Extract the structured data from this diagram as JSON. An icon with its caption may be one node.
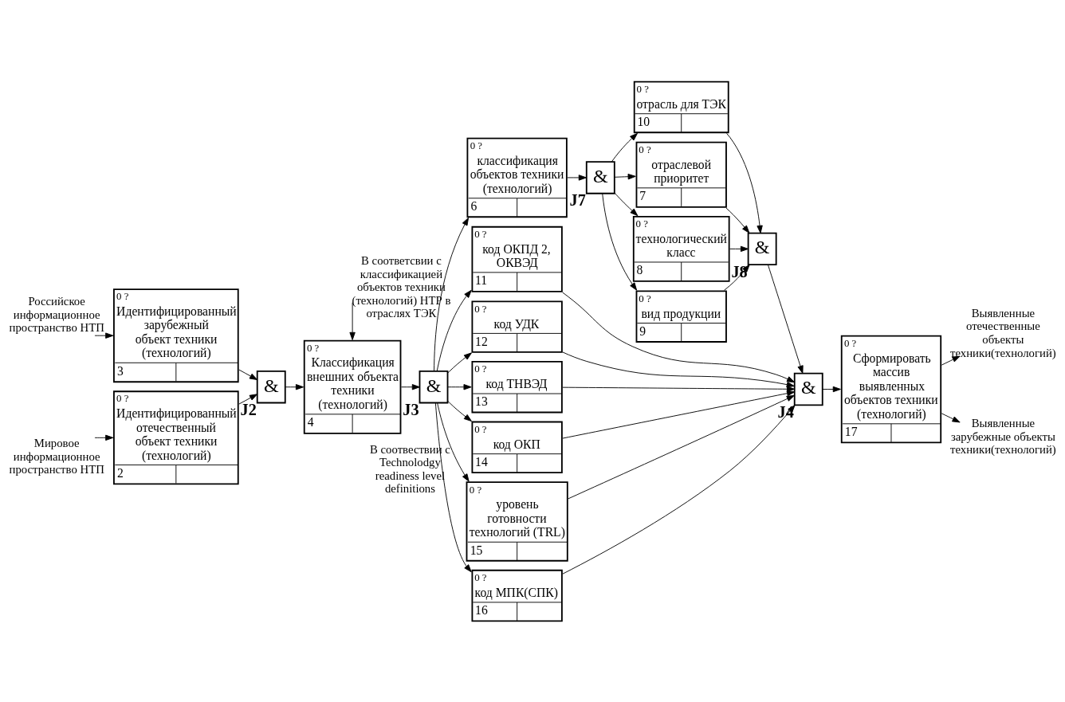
{
  "diagram": {
    "nodes": [
      {
        "text": [
          "0 ?",
          "Идентифицированный отечественный объект техники (технологий)",
          "2"
        ]
      },
      {
        "text": [
          "0 ?",
          "Идентифицированный зарубежный объект техники (технологий)",
          "3"
        ]
      },
      {
        "text": [
          "&"
        ],
        "beside": [
          "J2"
        ]
      },
      {
        "text": [
          "0 ?",
          "Классификация внешних объекта техники (технологий)",
          "4"
        ]
      },
      {
        "text": [
          "&"
        ],
        "beside": [
          "J3"
        ]
      },
      {
        "text": [
          "0 ?",
          "классификация объектов техники (технологий)",
          "6"
        ]
      },
      {
        "text": [
          "0 ?",
          "код ОКПД 2, ОКВЭД",
          "11"
        ]
      },
      {
        "text": [
          "0 ?",
          "код УДК",
          "12"
        ]
      },
      {
        "text": [
          "0 ?",
          "код ТНВЭД",
          "13"
        ]
      },
      {
        "text": [
          "0 ?",
          "код ОКП",
          "14"
        ]
      },
      {
        "text": [
          "0 ?",
          "уровень готовности технологий (TRL)",
          "15"
        ]
      },
      {
        "text": [
          "0 ?",
          "код МПК(СПК)",
          "16"
        ]
      },
      {
        "text": [
          "0 ?",
          "отрасль для ТЭК",
          "10"
        ]
      },
      {
        "text": [
          "0 ?",
          "отраслевой приоритет",
          "7"
        ]
      },
      {
        "text": [
          "0 ?",
          "технологический класс",
          "8"
        ]
      },
      {
        "text": [
          "0 ?",
          "вид продукции",
          "9"
        ]
      },
      {
        "text": [
          "&"
        ],
        "beside": [
          "J7"
        ]
      },
      {
        "text": [
          "&"
        ],
        "beside": [
          "J8"
        ]
      },
      {
        "text": [
          "&"
        ],
        "beside": [
          "J4"
        ]
      },
      {
        "text": [
          "0 ?",
          "Сформировать массив выявленных объектов техники (технологий)",
          "17"
        ]
      }
    ],
    "edges": [
      {
        "from": null,
        "to": 0,
        "arrow": "to",
        "label": "Мировое информационное пространство НТП"
      },
      {
        "from": null,
        "to": 1,
        "arrow": "to",
        "label": "Российское информационное пространство НТП"
      },
      {
        "from": 0,
        "to": 2,
        "arrow": "to"
      },
      {
        "from": 1,
        "to": 2,
        "arrow": "to"
      },
      {
        "from": 2,
        "to": 3,
        "arrow": "to"
      },
      {
        "from": null,
        "to": 3,
        "arrow": "to",
        "label": "В соответсвии с классификацией объектов техники (технологий) НТР в отраслях ТЭК"
      },
      {
        "from": 3,
        "to": 4,
        "arrow": "to"
      },
      {
        "from": 4,
        "to": 5,
        "arrow": "to"
      },
      {
        "from": 4,
        "to": 6,
        "arrow": "to"
      },
      {
        "from": 4,
        "to": 7,
        "arrow": "to"
      },
      {
        "from": 4,
        "to": 8,
        "arrow": "to"
      },
      {
        "from": 4,
        "to": 9,
        "arrow": "to"
      },
      {
        "from": 4,
        "to": 10,
        "arrow": "to",
        "label": "В соотвествии с Technolodgy readiness level definitions"
      },
      {
        "from": 4,
        "to": 11,
        "arrow": "to"
      },
      {
        "from": 5,
        "to": 16,
        "arrow": "to"
      },
      {
        "from": 16,
        "to": 12,
        "arrow": "to"
      },
      {
        "from": 16,
        "to": 13,
        "arrow": "to"
      },
      {
        "from": 16,
        "to": 14,
        "arrow": "to"
      },
      {
        "from": 16,
        "to": 15,
        "arrow": "to"
      },
      {
        "from": 12,
        "to": 17,
        "arrow": "to"
      },
      {
        "from": 13,
        "to": 17,
        "arrow": "to"
      },
      {
        "from": 14,
        "to": 17,
        "arrow": "to"
      },
      {
        "from": 15,
        "to": 17,
        "arrow": "to"
      },
      {
        "from": 6,
        "to": 18,
        "arrow": "to"
      },
      {
        "from": 7,
        "to": 18,
        "arrow": "to"
      },
      {
        "from": 8,
        "to": 18,
        "arrow": "to"
      },
      {
        "from": 9,
        "to": 18,
        "arrow": "to"
      },
      {
        "from": 10,
        "to": 18,
        "arrow": "to"
      },
      {
        "from": 11,
        "to": 18,
        "arrow": "to"
      },
      {
        "from": 17,
        "to": 18,
        "arrow": "to"
      },
      {
        "from": 18,
        "to": 19,
        "arrow": "to"
      },
      {
        "from": 19,
        "to": null,
        "arrow": "to",
        "label": "Выявленные отечественные объекты техники(технологий)"
      },
      {
        "from": 19,
        "to": null,
        "arrow": "to",
        "label": "Выявленные зарубежные объекты техники(технологий)"
      }
    ]
  }
}
